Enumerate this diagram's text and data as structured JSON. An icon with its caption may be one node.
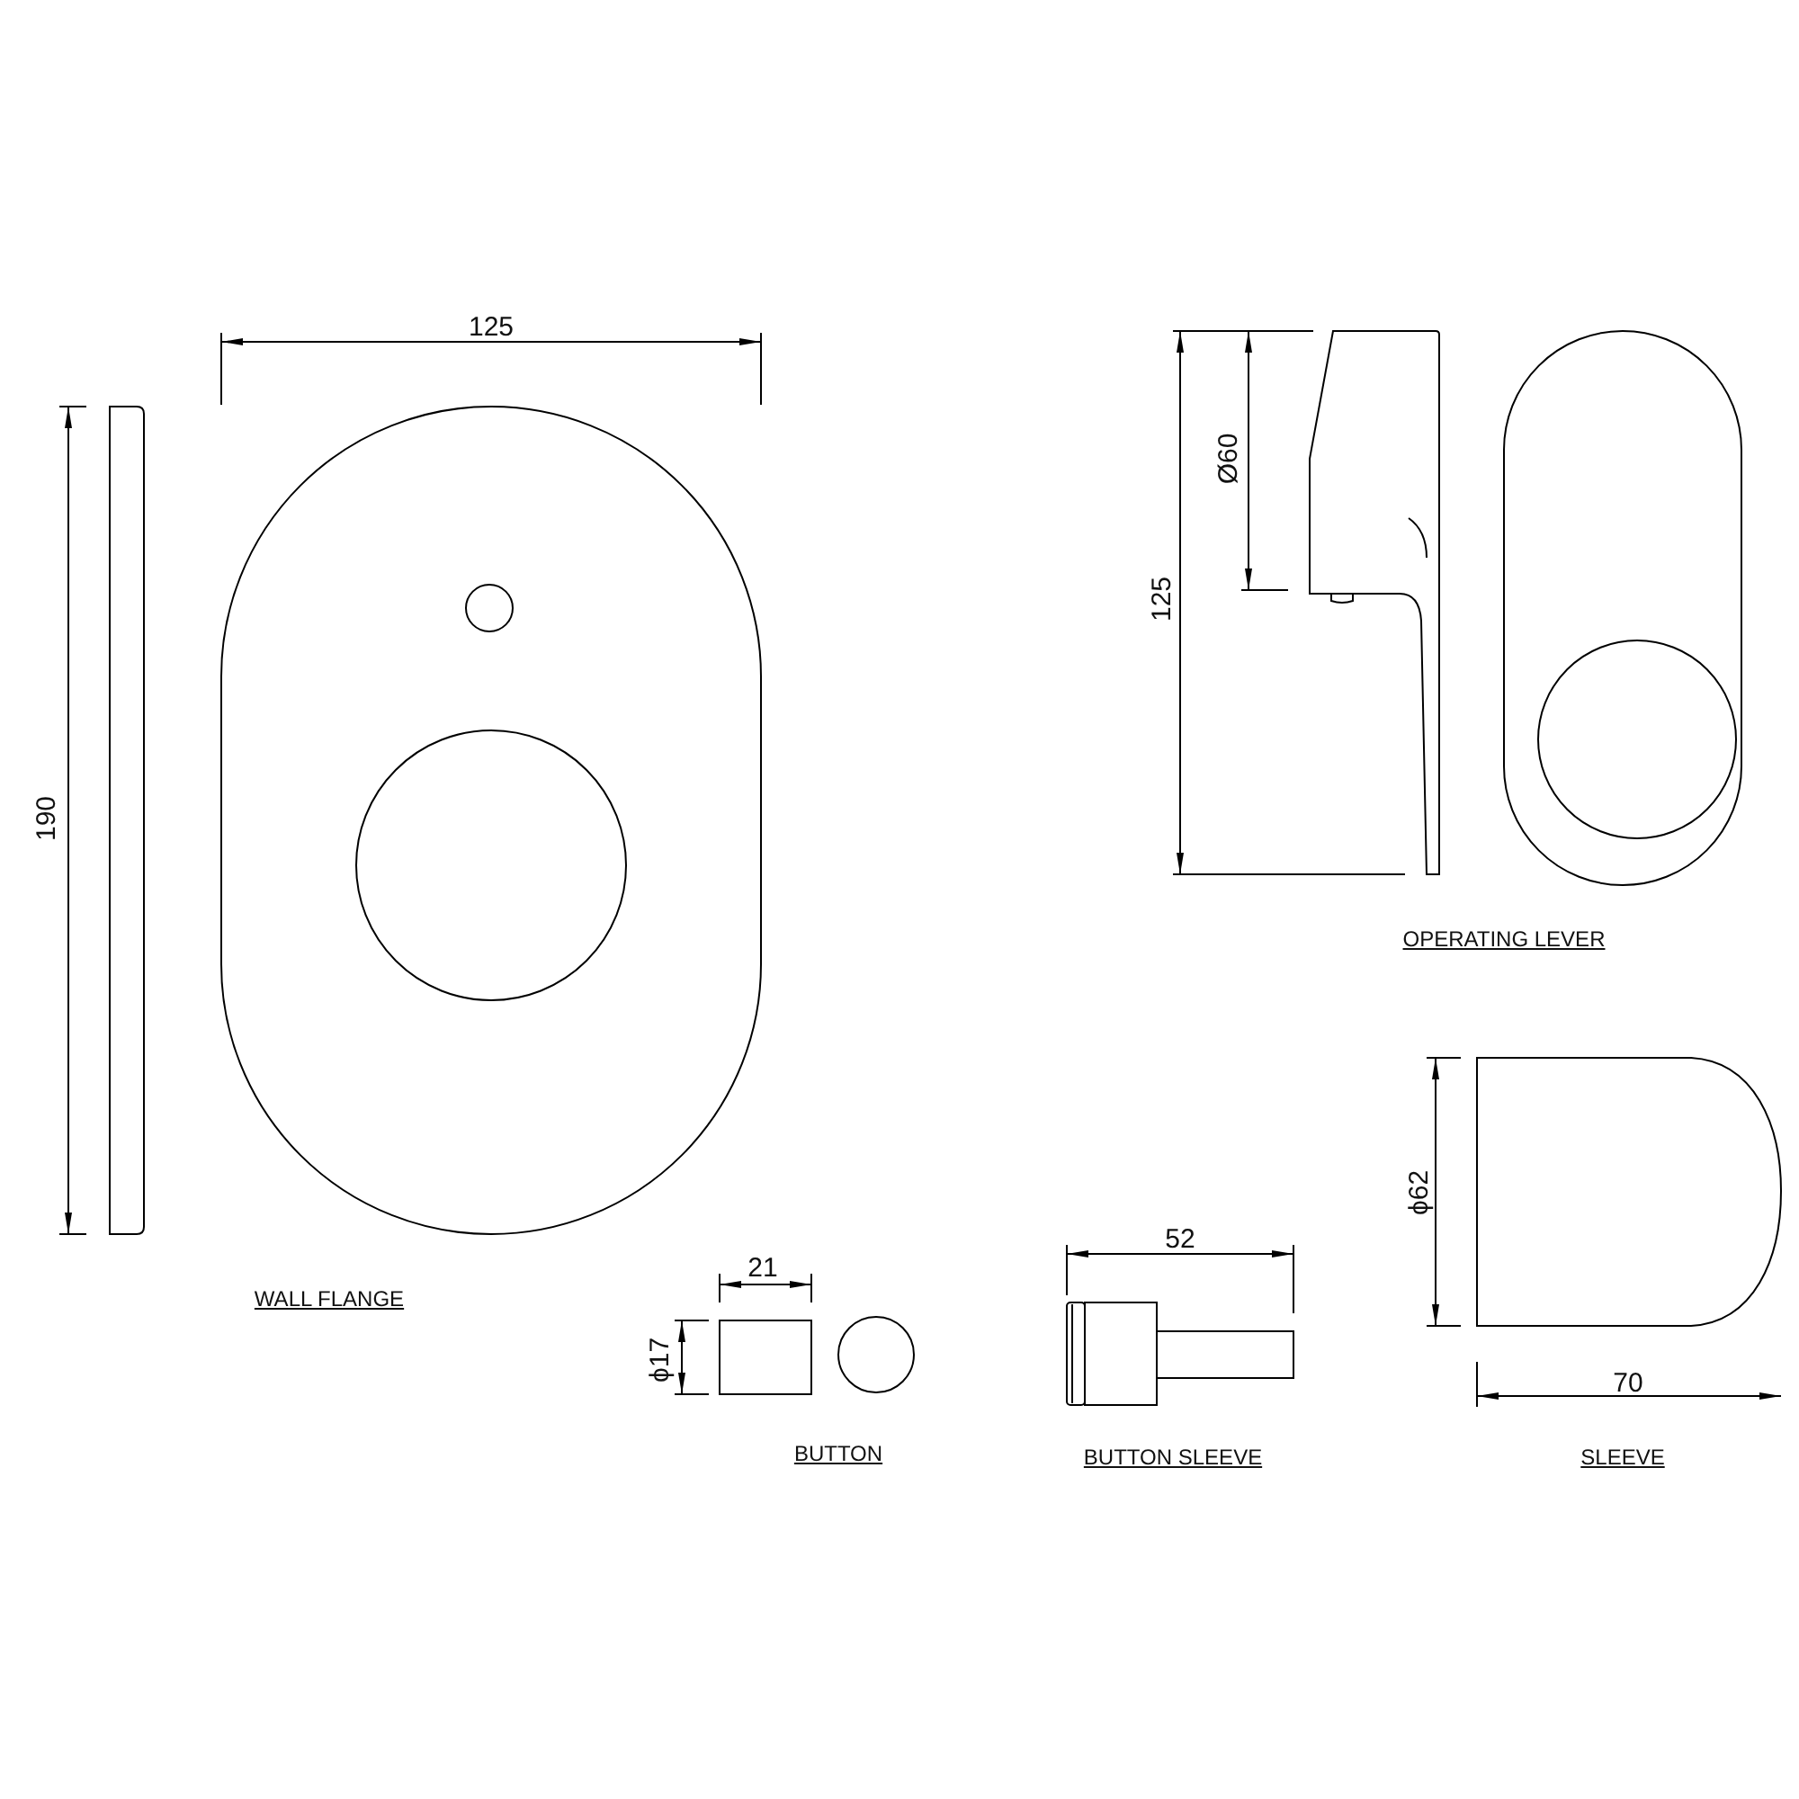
{
  "diagram": {
    "labels": [
      "125",
      "Ø60",
      "125",
      "190",
      "OPERATING LEVER",
      "ϕ62",
      "52",
      "21",
      "WALL FLANGE",
      "ϕ17",
      "70",
      "BUTTON",
      "BUTTON SLEEVE",
      "SLEEVE"
    ]
  }
}
